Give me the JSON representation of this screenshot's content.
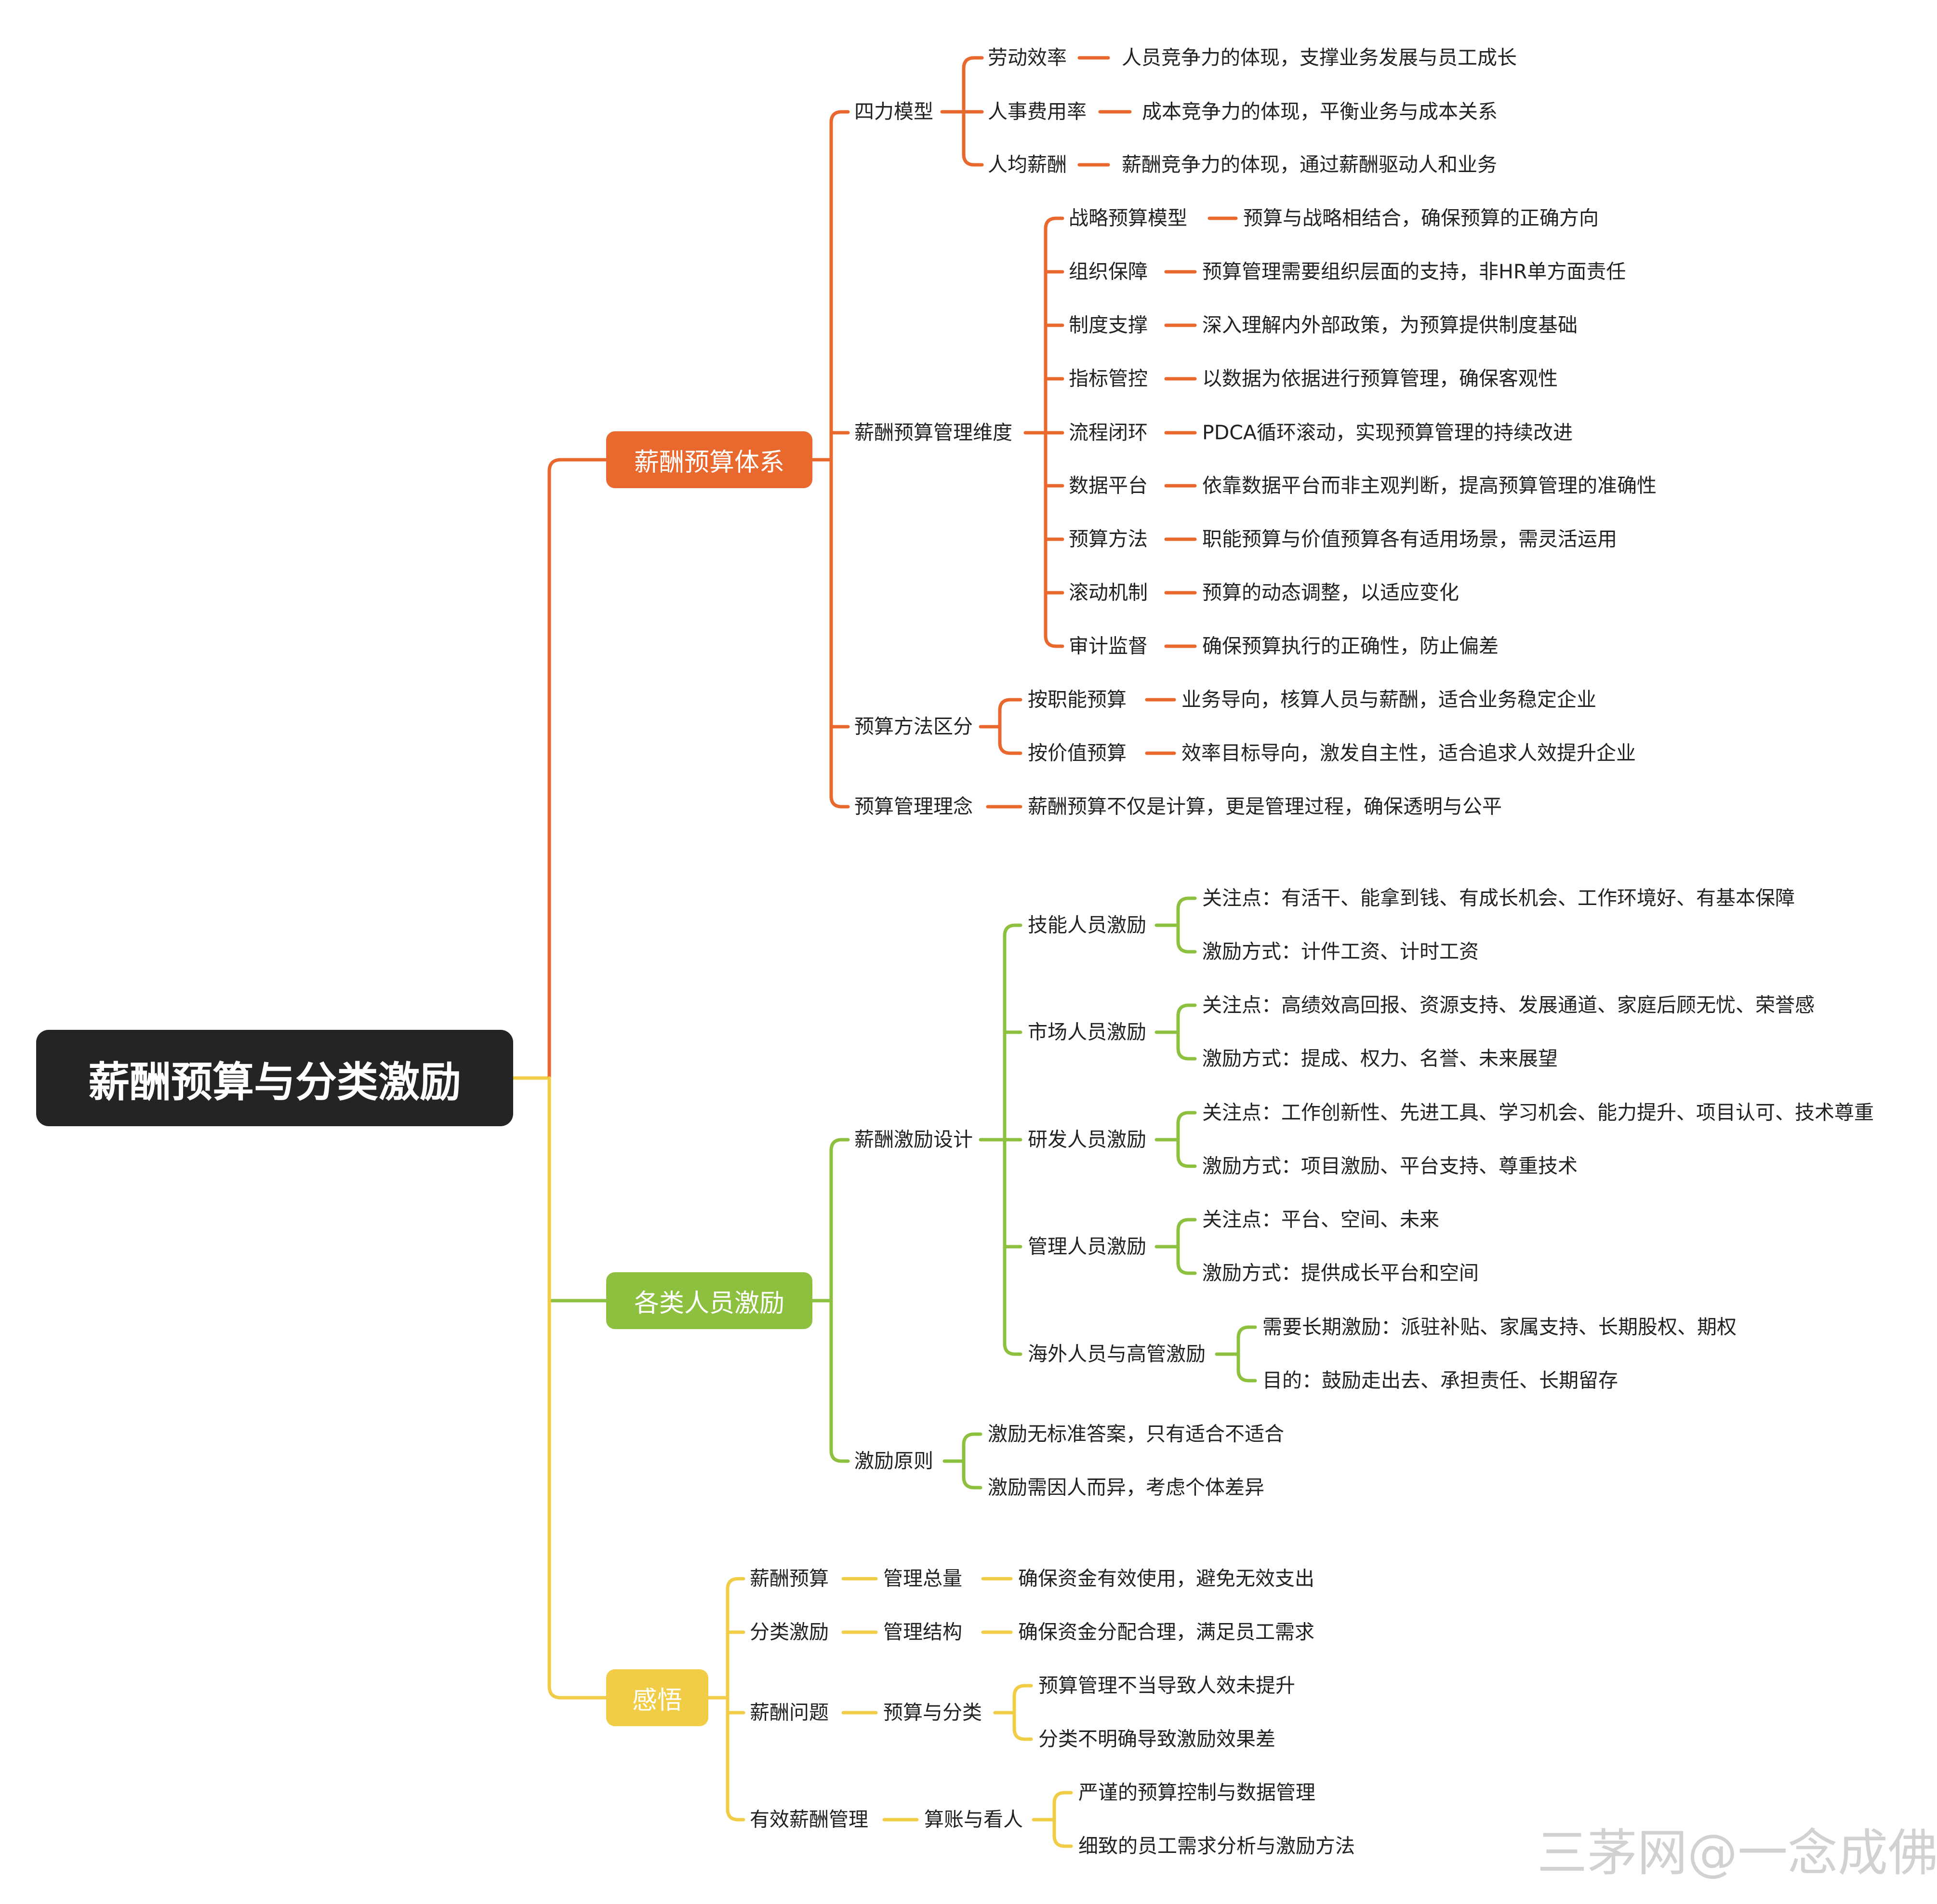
{
  "root": {
    "label": "薪酬预算与分类激励"
  },
  "colors": {
    "budget": "#E8682E",
    "incentive": "#8DC03F",
    "insight": "#F0CC47",
    "root": "#232426"
  },
  "branches": [
    {
      "label": "薪酬预算体系",
      "children": [
        {
          "label": "四力模型",
          "children": [
            {
              "label": "劳动效率",
              "desc": "人员竞争力的体现，支撑业务发展与员工成长"
            },
            {
              "label": "人事费用率",
              "desc": "成本竞争力的体现，平衡业务与成本关系"
            },
            {
              "label": "人均薪酬",
              "desc": "薪酬竞争力的体现，通过薪酬驱动人和业务"
            }
          ]
        },
        {
          "label": "薪酬预算管理维度",
          "children": [
            {
              "label": "战略预算模型",
              "desc": "预算与战略相结合，确保预算的正确方向"
            },
            {
              "label": "组织保障",
              "desc": "预算管理需要组织层面的支持，非HR单方面责任"
            },
            {
              "label": "制度支撑",
              "desc": "深入理解内外部政策，为预算提供制度基础"
            },
            {
              "label": "指标管控",
              "desc": "以数据为依据进行预算管理，确保客观性"
            },
            {
              "label": "流程闭环",
              "desc": "PDCA循环滚动，实现预算管理的持续改进"
            },
            {
              "label": "数据平台",
              "desc": "依靠数据平台而非主观判断，提高预算管理的准确性"
            },
            {
              "label": "预算方法",
              "desc": "职能预算与价值预算各有适用场景，需灵活运用"
            },
            {
              "label": "滚动机制",
              "desc": "预算的动态调整，以适应变化"
            },
            {
              "label": "审计监督",
              "desc": "确保预算执行的正确性，防止偏差"
            }
          ]
        },
        {
          "label": "预算方法区分",
          "children": [
            {
              "label": "按职能预算",
              "desc": "业务导向，核算人员与薪酬，适合业务稳定企业"
            },
            {
              "label": "按价值预算",
              "desc": "效率目标导向，激发自主性，适合追求人效提升企业"
            }
          ]
        },
        {
          "label": "预算管理理念",
          "desc": "薪酬预算不仅是计算，更是管理过程，确保透明与公平"
        }
      ]
    },
    {
      "label": "各类人员激励",
      "children": [
        {
          "label": "薪酬激励设计",
          "children": [
            {
              "label": "技能人员激励",
              "items": [
                "关注点：有活干、能拿到钱、有成长机会、工作环境好、有基本保障",
                "激励方式：计件工资、计时工资"
              ]
            },
            {
              "label": "市场人员激励",
              "items": [
                "关注点：高绩效高回报、资源支持、发展通道、家庭后顾无忧、荣誉感",
                "激励方式：提成、权力、名誉、未来展望"
              ]
            },
            {
              "label": "研发人员激励",
              "items": [
                "关注点：工作创新性、先进工具、学习机会、能力提升、项目认可、技术尊重",
                "激励方式：项目激励、平台支持、尊重技术"
              ]
            },
            {
              "label": "管理人员激励",
              "items": [
                "关注点：平台、空间、未来",
                "激励方式：提供成长平台和空间"
              ]
            },
            {
              "label": "海外人员与高管激励",
              "items": [
                "需要长期激励：派驻补贴、家属支持、长期股权、期权",
                "目的：鼓励走出去、承担责任、长期留存"
              ]
            }
          ]
        },
        {
          "label": "激励原则",
          "items": [
            "激励无标准答案，只有适合不适合",
            "激励需因人而异，考虑个体差异"
          ]
        }
      ]
    },
    {
      "label": "感悟",
      "children": [
        {
          "label": "薪酬预算",
          "mid": "管理总量",
          "items": [
            "确保资金有效使用，避免无效支出"
          ]
        },
        {
          "label": "分类激励",
          "mid": "管理结构",
          "items": [
            "确保资金分配合理，满足员工需求"
          ]
        },
        {
          "label": "薪酬问题",
          "mid": "预算与分类",
          "items": [
            "预算管理不当导致人效未提升",
            "分类不明确导致激励效果差"
          ]
        },
        {
          "label": "有效薪酬管理",
          "mid": "算账与看人",
          "items": [
            "严谨的预算控制与数据管理",
            "细致的员工需求分析与激励方法"
          ]
        }
      ]
    }
  ],
  "watermark": "三茅网@一念成佛"
}
